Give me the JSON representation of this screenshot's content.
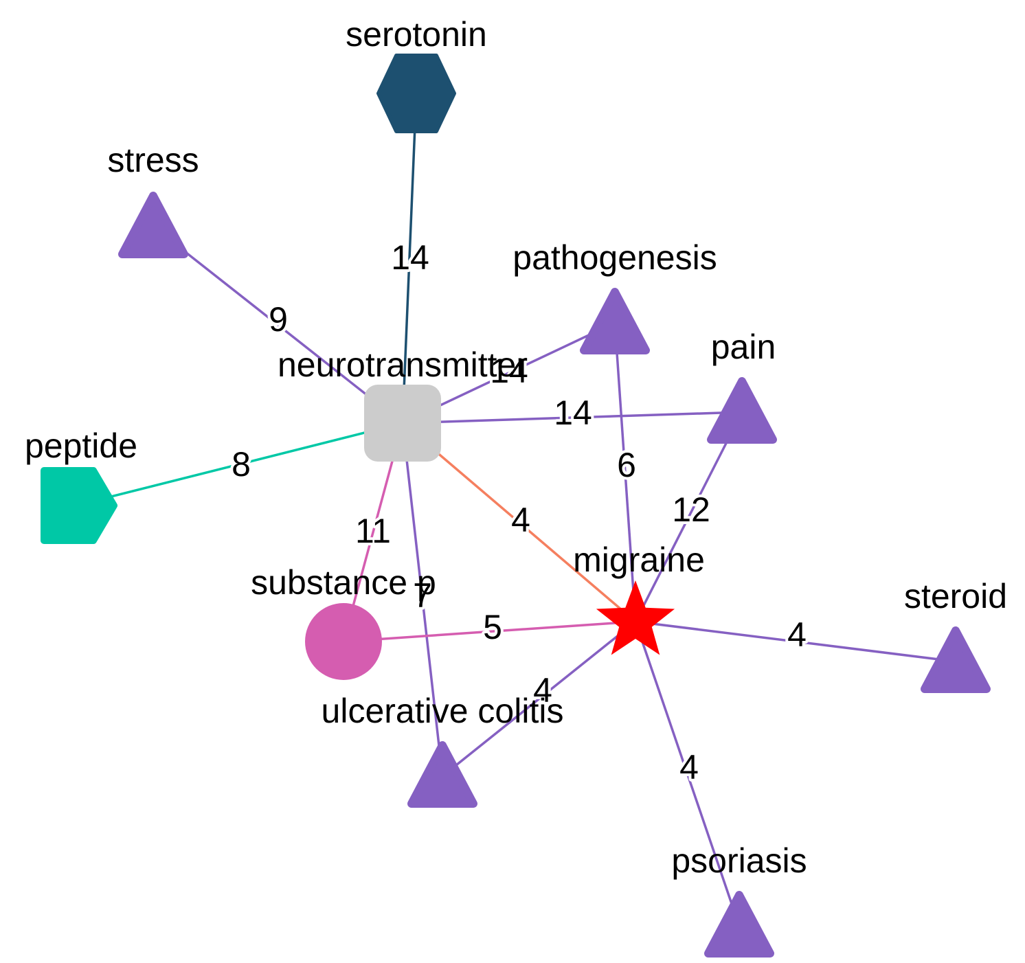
{
  "nodes": [
    {
      "id": "neurotransmitter",
      "label": "neurotransmitter",
      "shape": "rounded-square",
      "color": "#cccccc"
    },
    {
      "id": "serotonin",
      "label": "serotonin",
      "shape": "hexagon",
      "color": "#1d5070"
    },
    {
      "id": "stress",
      "label": "stress",
      "shape": "triangle",
      "color": "#8560c2"
    },
    {
      "id": "pathogenesis",
      "label": "pathogenesis",
      "shape": "triangle",
      "color": "#8560c2"
    },
    {
      "id": "pain",
      "label": "pain",
      "shape": "triangle",
      "color": "#8560c2"
    },
    {
      "id": "peptide",
      "label": "peptide",
      "shape": "tag",
      "color": "#00c8a6"
    },
    {
      "id": "substance_p",
      "label": "substance p",
      "shape": "circle",
      "color": "#d55db0"
    },
    {
      "id": "migraine",
      "label": "migraine",
      "shape": "star",
      "color": "#ff0000"
    },
    {
      "id": "steroid",
      "label": "steroid",
      "shape": "triangle",
      "color": "#8560c2"
    },
    {
      "id": "ulcerative_colitis",
      "label": "ulcerative colitis",
      "shape": "triangle",
      "color": "#8560c2"
    },
    {
      "id": "psoriasis",
      "label": "psoriasis",
      "shape": "triangle",
      "color": "#8560c2"
    }
  ],
  "edges": [
    {
      "source": "neurotransmitter",
      "target": "serotonin",
      "label": "14",
      "color": "#1d5070"
    },
    {
      "source": "neurotransmitter",
      "target": "stress",
      "label": "9",
      "color": "#8560c2"
    },
    {
      "source": "neurotransmitter",
      "target": "pathogenesis",
      "label": "14",
      "color": "#8560c2"
    },
    {
      "source": "neurotransmitter",
      "target": "pain",
      "label": "14",
      "color": "#8560c2"
    },
    {
      "source": "neurotransmitter",
      "target": "peptide",
      "label": "8",
      "color": "#00c8a6"
    },
    {
      "source": "neurotransmitter",
      "target": "substance_p",
      "label": "11",
      "color": "#d55db0"
    },
    {
      "source": "neurotransmitter",
      "target": "ulcerative_colitis",
      "label": "7",
      "color": "#8560c2"
    },
    {
      "source": "neurotransmitter",
      "target": "migraine",
      "label": "4",
      "color": "#f57f5f"
    },
    {
      "source": "migraine",
      "target": "pathogenesis",
      "label": "6",
      "color": "#8560c2"
    },
    {
      "source": "migraine",
      "target": "pain",
      "label": "12",
      "color": "#8560c2"
    },
    {
      "source": "migraine",
      "target": "substance_p",
      "label": "5",
      "color": "#d55db0"
    },
    {
      "source": "migraine",
      "target": "steroid",
      "label": "4",
      "color": "#8560c2"
    },
    {
      "source": "migraine",
      "target": "ulcerative_colitis",
      "label": "4",
      "color": "#8560c2"
    },
    {
      "source": "migraine",
      "target": "psoriasis",
      "label": "4",
      "color": "#8560c2"
    }
  ]
}
